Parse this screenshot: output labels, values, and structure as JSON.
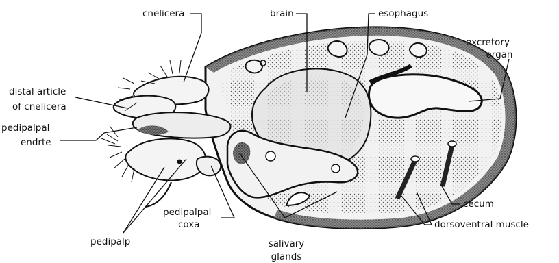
{
  "diagram": {
    "labels": {
      "chelicera": "cnelicera",
      "brain": "brain",
      "esophagus": "esophagus",
      "excretory_organ_1": "excretory",
      "excretory_organ_2": "organ",
      "distal_article_1": "distal article",
      "distal_article_2": "of cnelicera",
      "pedipalpal_endite_1": "pedipalpal",
      "pedipalpal_endite_2": "endrte",
      "pedipalp": "pedipalp",
      "pedipalpal_coxa_1": "pedipalpal",
      "pedipalpal_coxa_2": "coxa",
      "salivary_glands_1": "salivary",
      "salivary_glands_2": "glands",
      "cecum": "cecum",
      "dorsoventral_muscle": "dorsoventral muscle"
    }
  }
}
